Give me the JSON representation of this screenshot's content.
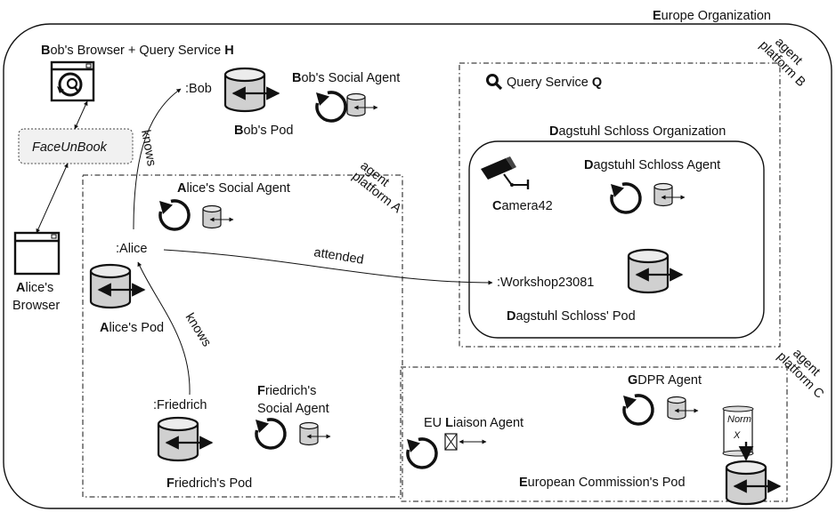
{
  "organizations": {
    "europe": {
      "initial": "E",
      "rest": "urope Organization"
    },
    "dagstuhl": {
      "initial": "D",
      "rest": "agstuhl Schloss Organization"
    }
  },
  "platforms": {
    "a": [
      "agent",
      "platform A"
    ],
    "b": [
      "agent",
      "platform B"
    ],
    "c": [
      "agent",
      "platform C"
    ]
  },
  "bobs_browser": {
    "initial": "B",
    "middle": "ob's Browser + Query Service ",
    "final": "H"
  },
  "faceunbook": "FaceUnBook",
  "alices_browser": {
    "initial": "A",
    "line1_rest": "lice's",
    "line2": "Browser"
  },
  "nodes": {
    "bob": ":Bob",
    "alice": ":Alice",
    "friedrich": ":Friedrich",
    "workshop": ":Workshop23081"
  },
  "pods": {
    "bob": {
      "initial": "B",
      "rest": "ob's Pod"
    },
    "alice": {
      "initial": "A",
      "rest": "lice's Pod"
    },
    "friedrich": {
      "initial": "F",
      "rest": "riedrich's Pod"
    },
    "dagstuhl": {
      "initial": "D",
      "rest": "agstuhl Schloss' Pod"
    },
    "ec": {
      "initial": "E",
      "rest": "uropean Commission's Pod"
    }
  },
  "agents": {
    "bob_social": {
      "initial": "B",
      "rest": "ob's Social Agent"
    },
    "alice_social": {
      "initial": "A",
      "rest": "lice's Social Agent"
    },
    "friedrich_social": {
      "initial": "F",
      "line1_rest": "riedrich's",
      "line2": "Social Agent"
    },
    "dagstuhl": {
      "initial": "D",
      "rest": "agstuhl Schloss Agent"
    },
    "gdpr": {
      "initial": "G",
      "rest": "DPR Agent"
    },
    "eu_liaison": {
      "pre": "EU ",
      "initial": "L",
      "rest": "iaison Agent"
    }
  },
  "query_service": {
    "text": "Query Service ",
    "final": "Q"
  },
  "camera": {
    "initial": "C",
    "rest": "amera42"
  },
  "edges": {
    "knows_bob": "knows",
    "knows_friedrich": "knows",
    "attended": "attended"
  },
  "norm": {
    "line1": "Norm",
    "line2": "X"
  },
  "icons": [
    "browser-icon",
    "magnifier-icon",
    "camera-icon",
    "pod-icon",
    "agent-cycle-icon",
    "envelope-icon",
    "norm-scroll-icon"
  ]
}
